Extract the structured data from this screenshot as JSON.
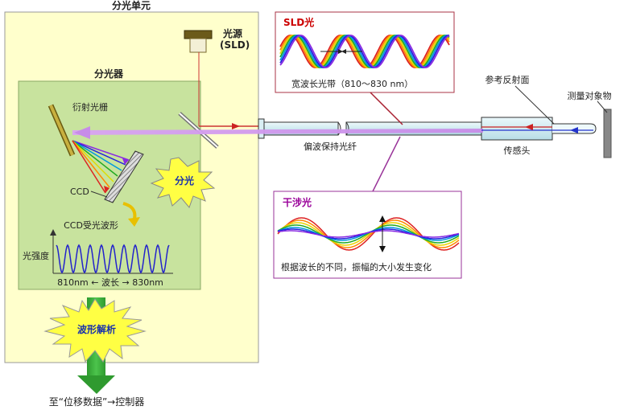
{
  "labels": {
    "spectral_unit": "分光单元",
    "spectrometer": "分光器",
    "light_source": "光源",
    "light_source_sub": "(SLD)",
    "grating": "衍射光栅",
    "ccd": "CCD",
    "dispersion": "分光",
    "ccd_waveform": "CCD受光波形",
    "intensity": "光强度",
    "wavelength_axis": "810nm ← 波长 → 830nm",
    "waveform_analysis": "波形解析",
    "output": "至“位移数据”→控制器",
    "sld_light": "SLD光",
    "broadband": "宽波长光带（810～830 nm）",
    "fiber": "偏波保持光纤",
    "sensor_head": "传感头",
    "reference_surface": "参考反射面",
    "target": "测量对象物",
    "interference": "干涉光",
    "interference_note": "根据波长的不同，振幅的大小发生变化"
  },
  "colors": {
    "unit_bg": "#ffffcc",
    "spectrometer_bg": "#c8e39e",
    "sld_title": "#cc0000",
    "interference_title": "#990099",
    "burst": "#ffff33",
    "arrow_green": "#33aa33",
    "fiber_blue": "#ccecf2"
  }
}
